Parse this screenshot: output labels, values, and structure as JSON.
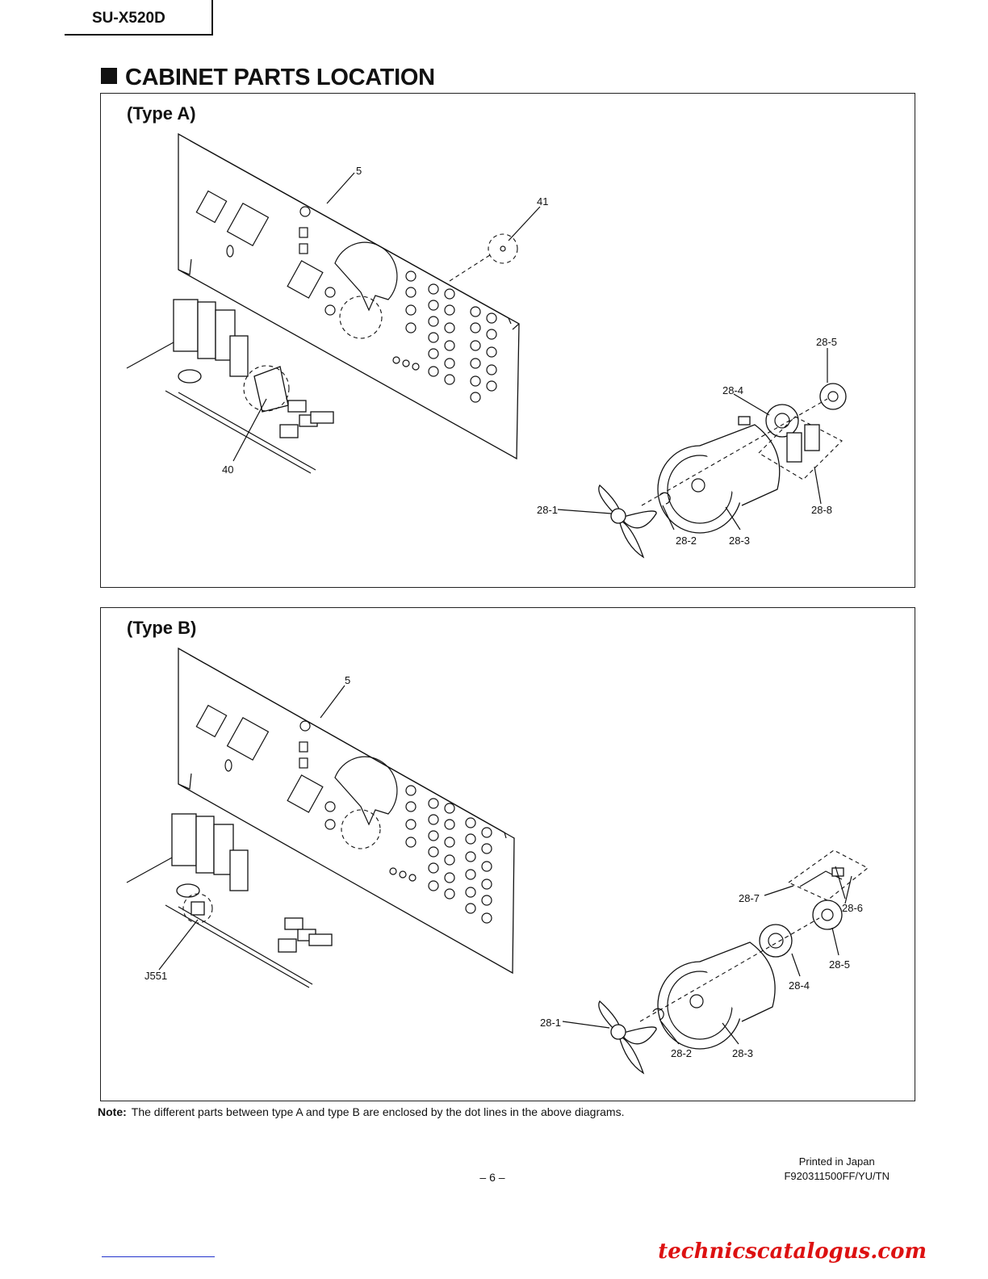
{
  "header": {
    "model": "SU-X520D"
  },
  "section": {
    "title": "CABINET PARTS LOCATION"
  },
  "diagrams": [
    {
      "label": "(Type A)",
      "callouts": [
        "5",
        "41",
        "40",
        "28-5",
        "28-4",
        "28-1",
        "28-2",
        "28-3",
        "28-8"
      ]
    },
    {
      "label": "(Type B)",
      "callouts": [
        "5",
        "J551",
        "28-7",
        "28-6",
        "28-5",
        "28-4",
        "28-1",
        "28-2",
        "28-3"
      ]
    }
  ],
  "note": {
    "prefix": "Note:",
    "text": "The different parts between type A and type B are enclosed by the dot lines in the above diagrams."
  },
  "footer": {
    "page": "– 6 –",
    "printed": "Printed in Japan",
    "code": "F920311500FF/YU/TN"
  },
  "watermark": "technicscatalogus.com"
}
